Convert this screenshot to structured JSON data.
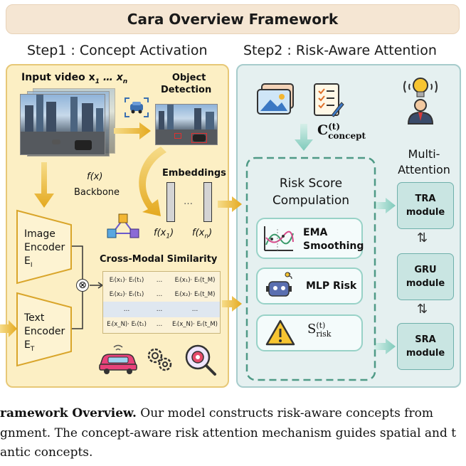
{
  "title": "Cara Overview Framework",
  "step1": {
    "title": "Step1 : Concept Activation",
    "input_video": "Input video x",
    "input_sub_1": "1",
    "input_dots": " … x",
    "input_sub_n": "n",
    "object_detection_1": "Object",
    "object_detection_2": "Detection",
    "fx": "f(x)",
    "backbone": "Backbone",
    "embeddings": "Embeddings",
    "embed_dots": "…",
    "fx1": "f(x",
    "fx1_sub": "1",
    "fxn": "f(x",
    "fxn_sub": "n",
    "close_paren": ")",
    "image_encoder_1": "Image",
    "image_encoder_2": "Encoder",
    "image_encoder_3": "E",
    "image_encoder_sub": "I",
    "text_encoder_1": "Text",
    "text_encoder_2": "Encoder",
    "text_encoder_3": "E",
    "text_encoder_sub": "T",
    "otimes": "⊗",
    "cross_modal": "Cross-Modal Similarity",
    "grid": [
      [
        "Eᵢ(x₁)· Eₜ(t₁)",
        "…",
        "Eᵢ(x₁)· Eₜ(t_M)"
      ],
      [
        "Eᵢ(x₂)· Eₜ(t₁)",
        "…",
        "Eᵢ(x₂)· Eₜ(t_M)"
      ],
      [
        "…",
        "…",
        "…"
      ],
      [
        "Eᵢ(x_N)· Eₜ(t₁)",
        "…",
        "Eᵢ(x_N)· Eₜ(t_M)"
      ]
    ]
  },
  "step2": {
    "title": "Step2 : Risk-Aware Attention",
    "c_concept": "C",
    "c_sup": "(t)",
    "c_sub": "concept",
    "risk_score_1": "Risk Score",
    "risk_score_2": "Compulation",
    "ema_1": "EMA",
    "ema_2": "Smoothing",
    "mlp_risk": "MLP Risk",
    "s_risk": "S",
    "s_sup": "(t)",
    "s_sub": "risk",
    "multi_1": "Multi-",
    "multi_2": "Attention",
    "modules": [
      {
        "line1": "TRA",
        "line2": "module"
      },
      {
        "line1": "GRU",
        "line2": "module"
      },
      {
        "line1": "SRA",
        "line2": "module"
      }
    ],
    "updown": "⇅"
  },
  "caption": {
    "line1_bold": "ramework Overview.",
    "line1_rest": "  Our model constructs risk-aware concepts from",
    "line2": "gnment. The concept-aware risk attention mechanism guides spatial and t",
    "line3": "antic concepts."
  },
  "colors": {
    "panel1_bg": "#fcefc4",
    "panel2_bg": "#e5f0f0",
    "arrow_yellow": "#e9b42a",
    "arrow_teal": "#8fd1c4",
    "module_bg": "#c9e5e2"
  }
}
